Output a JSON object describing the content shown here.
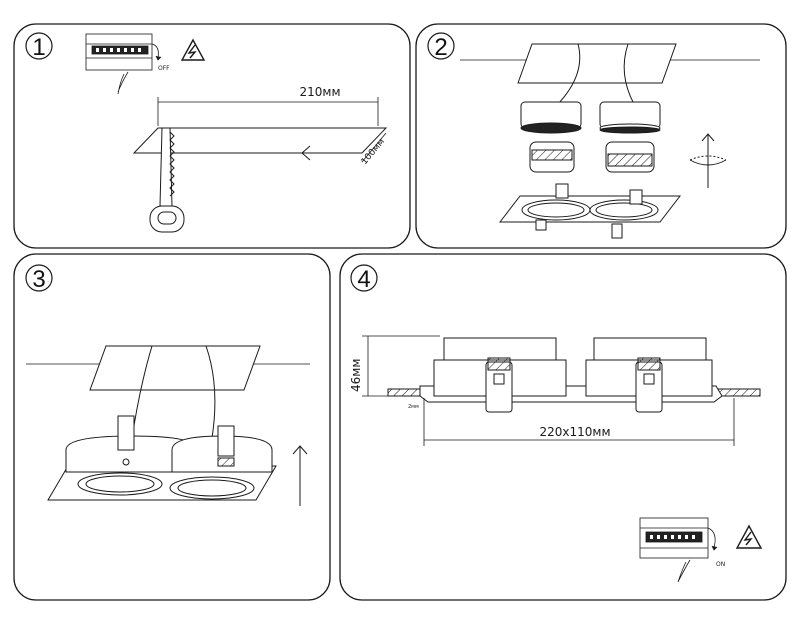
{
  "panels": [
    {
      "number": "1",
      "labels": {
        "switch_state": "OFF",
        "length": "210мм",
        "width": "100мм"
      }
    },
    {
      "number": "2"
    },
    {
      "number": "3"
    },
    {
      "number": "4",
      "labels": {
        "height": "46мм",
        "cutout": "220x110мм",
        "thickness": "2мм",
        "switch_state": "ON"
      }
    }
  ],
  "colors": {
    "line": "#1a1a1a",
    "fill": "#ffffff",
    "dark": "#2a2a2a"
  }
}
